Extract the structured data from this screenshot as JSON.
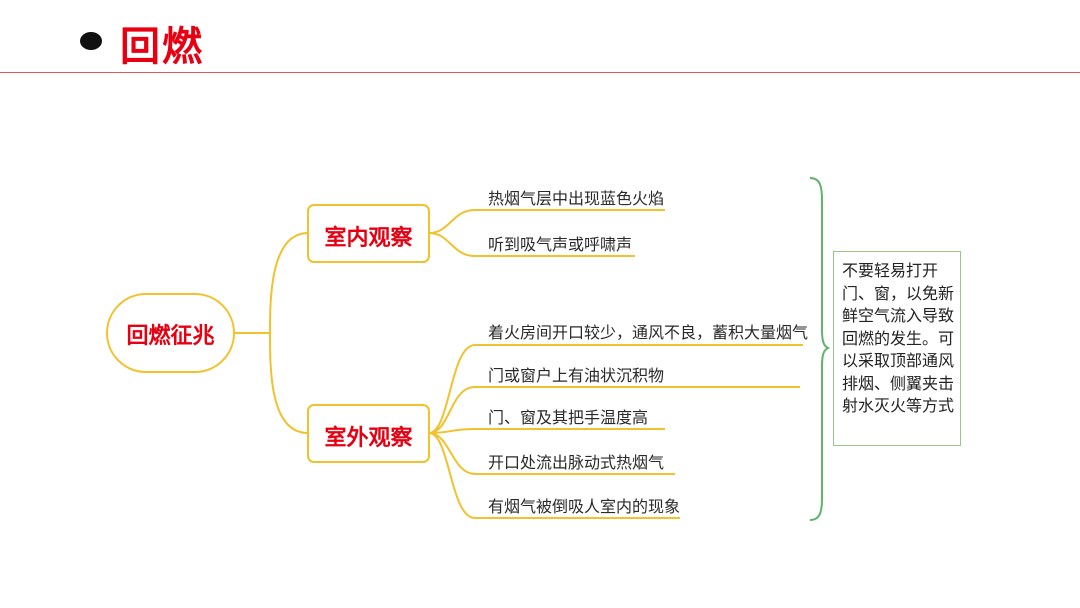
{
  "page": {
    "title": "回燃"
  },
  "diagram": {
    "root": "回燃征兆",
    "branches": [
      {
        "label": "室内观察",
        "items": [
          "热烟气层中出现蓝色火焰",
          "听到吸气声或呼啸声"
        ]
      },
      {
        "label": "室外观察",
        "items": [
          "着火房间开口较少，通风不良，蓄积大量烟气",
          "门或窗户上有油状沉积物",
          "门、窗及其把手温度高",
          "开口处流出脉动式热烟气",
          "有烟气被倒吸人室内的现象"
        ]
      }
    ],
    "note": "不要轻易打开门、窗，以免新鲜空气流入导致回燃的发生。可以采取顶部通风排烟、侧翼夹击射水灭火等方式"
  },
  "colors": {
    "title": "#e60012",
    "node_border": "#f2c12e",
    "connector": "#f2c12e",
    "bracket": "#5fb36a",
    "note_border": "#9cc48a"
  }
}
